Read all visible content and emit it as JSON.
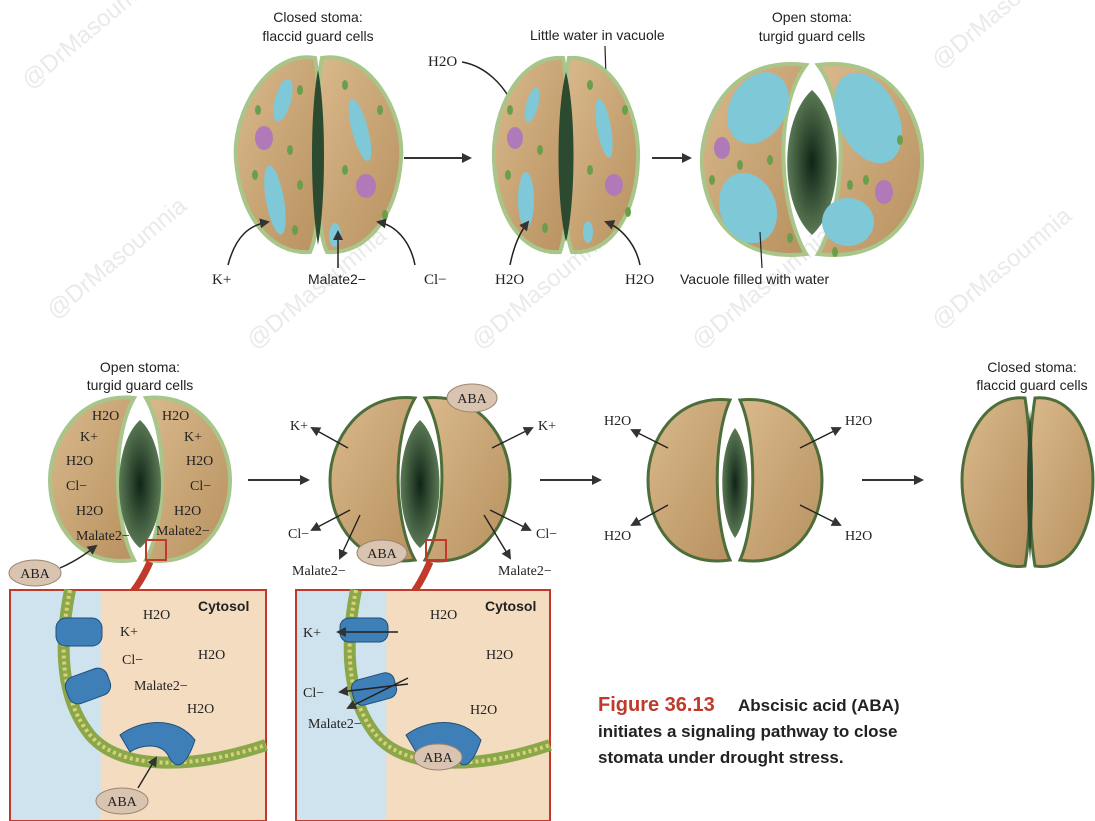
{
  "watermark": "@DrMasoumnia",
  "top_row": {
    "closed_label_line1": "Closed stoma:",
    "closed_label_line2": "flaccid guard cells",
    "little_water_label": "Little water in vacuole",
    "open_label_line1": "Open stoma:",
    "open_label_line2": "turgid guard cells",
    "vacuole_filled_label": "Vacuole filled with water",
    "k_label": "K+",
    "malate_label": "Malate2−",
    "cl_label": "Cl−",
    "h2o_label": "H2O"
  },
  "bottom_row": {
    "open_label_line1": "Open stoma:",
    "open_label_line2": "turgid guard cells",
    "closed_label_line1": "Closed stoma:",
    "closed_label_line2": "flaccid guard cells",
    "aba_label": "ABA",
    "h2o_label": "H2O",
    "k_label": "K+",
    "cl_label": "Cl−",
    "malate_label": "Malate2−"
  },
  "inset_left": {
    "title": "Cytosol",
    "h2o": "H2O",
    "k": "K+",
    "cl": "Cl−",
    "malate": "Malate2−",
    "aba": "ABA"
  },
  "inset_right": {
    "title": "Cytosol",
    "h2o": "H2O",
    "k": "K+",
    "cl": "Cl−",
    "malate": "Malate2−",
    "aba": "ABA"
  },
  "caption": {
    "figure_number": "Figure 36.13",
    "line1": "Abscisic acid (ABA)",
    "line2": "initiates a signaling pathway to close",
    "line3": "stomata under drought stress."
  },
  "colors": {
    "guard_cell_fill": "#c9a67a",
    "guard_cell_edge": "#a8c58a",
    "pore": "#1f3a25",
    "vacuole": "#7ec8d8",
    "chloroplast": "#6a9e4a",
    "nucleus": "#b07ab8",
    "inset_border": "#c0392b",
    "inset_bg": "#f3dcc0",
    "outside_bg": "#cfe3ee",
    "channel": "#3f7fb8",
    "aba_oval": "#d8c4b0",
    "red_arrow": "#c0392b"
  }
}
